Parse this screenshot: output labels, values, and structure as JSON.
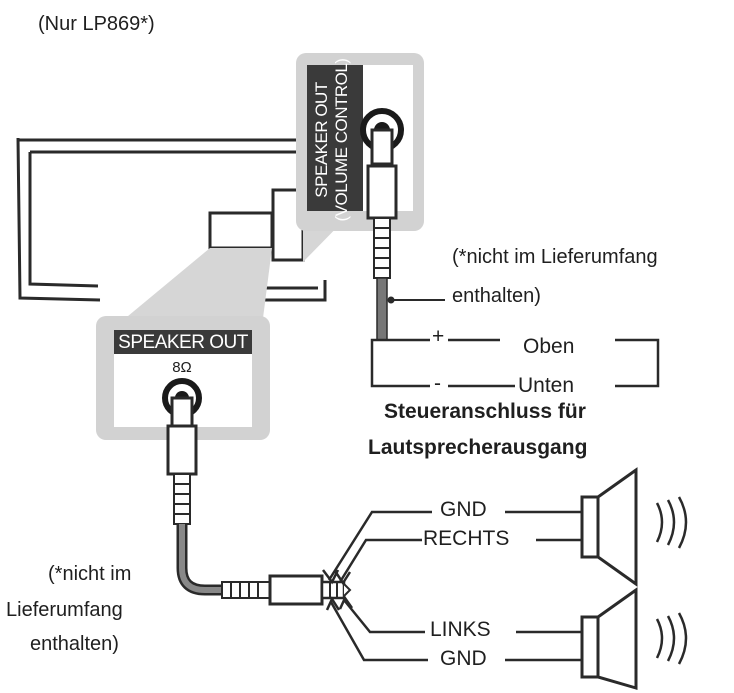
{
  "header_note": "(Nur LP869*)",
  "top_panel": {
    "line1": "SPEAKER OUT",
    "line2": "(VOLUME CONTROL)"
  },
  "bottom_panel": {
    "title": "SPEAKER OUT",
    "ohm": "8Ω"
  },
  "note_right": {
    "line1": "(*nicht im Lieferumfang",
    "line2": "enthalten)"
  },
  "note_left": {
    "line1": "(*nicht im",
    "line2": "Lieferumfang",
    "line3": "enthalten)"
  },
  "control": {
    "plus": "+",
    "minus": "-",
    "up": "Oben",
    "down": "Unten",
    "caption_line1": "Steueranschluss für",
    "caption_line2": "Lautsprecherausgang"
  },
  "speaker_labels": {
    "gnd_top": "GND",
    "right": "RECHTS",
    "left": "LINKS",
    "gnd_bottom": "GND"
  },
  "colors": {
    "line": "#2a2a2a",
    "panel_bg": "#d2d2d2",
    "panel_dark": "#3a3a3a",
    "cable": "#777777"
  }
}
